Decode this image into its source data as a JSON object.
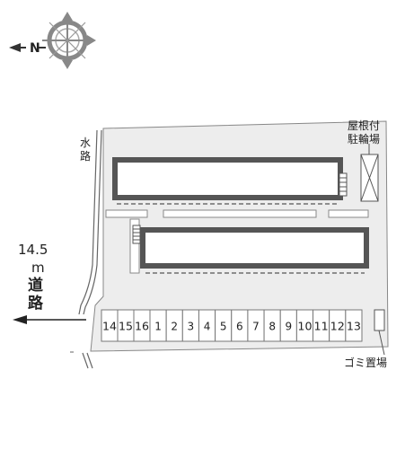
{
  "compass": {
    "north_letter": "N",
    "icon": "compass-rose-icon"
  },
  "labels": {
    "waterway": [
      "水",
      "路"
    ],
    "road_width": "14.5",
    "road_unit": "m",
    "road": [
      "道",
      "路"
    ],
    "bike_parking": [
      "屋根付",
      "駐輪場"
    ],
    "garbage": "ゴミ置場"
  },
  "parking": {
    "left_group": [
      "14",
      "15",
      "16"
    ],
    "right_group": [
      "1",
      "2",
      "3",
      "4",
      "5",
      "6",
      "7",
      "8",
      "9",
      "10",
      "11",
      "12",
      "13"
    ]
  },
  "colors": {
    "lot": "#ededed",
    "building_frame": "#555555",
    "building_interior": "#ffffff",
    "outline": "#888888"
  }
}
